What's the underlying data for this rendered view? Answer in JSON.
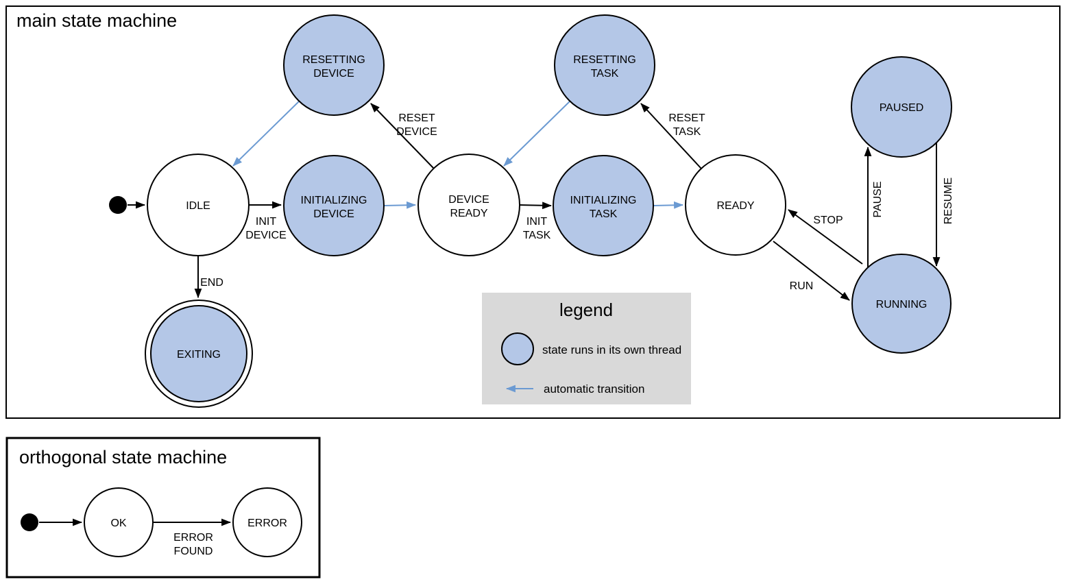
{
  "colors": {
    "threaded_state_fill": "#b4c7e7",
    "state_stroke": "#000000",
    "transition_color": "#000000",
    "automatic_transition_color": "#6b9ad2",
    "legend_background": "#d9d9d9",
    "background": "#ffffff"
  },
  "main_machine": {
    "title": "main state machine",
    "states": [
      {
        "id": "resetting-device",
        "line1": "RESETTING",
        "line2": "DEVICE",
        "threaded": true
      },
      {
        "id": "resetting-task",
        "line1": "RESETTING",
        "line2": "TASK",
        "threaded": true
      },
      {
        "id": "paused",
        "line1": "PAUSED",
        "threaded": true
      },
      {
        "id": "idle",
        "line1": "IDLE",
        "threaded": false
      },
      {
        "id": "initializing-device",
        "line1": "INITIALIZING",
        "line2": "DEVICE",
        "threaded": true
      },
      {
        "id": "device-ready",
        "line1": "DEVICE",
        "line2": "READY",
        "threaded": false
      },
      {
        "id": "initializing-task",
        "line1": "INITIALIZING",
        "line2": "TASK",
        "threaded": true
      },
      {
        "id": "ready",
        "line1": "READY",
        "threaded": false
      },
      {
        "id": "running",
        "line1": "RUNNING",
        "threaded": true
      },
      {
        "id": "exiting",
        "line1": "EXITING",
        "threaded": true,
        "final": true
      }
    ],
    "transitions": [
      {
        "id": "init-device",
        "from": "idle",
        "to": "initializing-device",
        "line1": "INIT",
        "line2": "DEVICE"
      },
      {
        "id": "reset-device",
        "from": "device-ready",
        "to": "resetting-device",
        "line1": "RESET",
        "line2": "DEVICE"
      },
      {
        "id": "init-task",
        "from": "device-ready",
        "to": "initializing-task",
        "line1": "INIT",
        "line2": "TASK"
      },
      {
        "id": "reset-task",
        "from": "ready",
        "to": "resetting-task",
        "line1": "RESET",
        "line2": "TASK"
      },
      {
        "id": "end",
        "from": "idle",
        "to": "exiting",
        "line1": "END"
      },
      {
        "id": "stop",
        "from": "running",
        "to": "ready",
        "line1": "STOP"
      },
      {
        "id": "run",
        "from": "ready",
        "to": "running",
        "line1": "RUN"
      },
      {
        "id": "pause",
        "from": "running",
        "to": "paused",
        "line1": "PAUSE"
      },
      {
        "id": "resume",
        "from": "paused",
        "to": "running",
        "line1": "RESUME"
      }
    ]
  },
  "legend": {
    "title": "legend",
    "thread_item_label": "state runs in its own thread",
    "automatic_item_label": "automatic transition"
  },
  "orthogonal_machine": {
    "title": "orthogonal state machine",
    "states": [
      {
        "id": "ok",
        "line1": "OK",
        "threaded": false
      },
      {
        "id": "error",
        "line1": "ERROR",
        "threaded": false
      }
    ],
    "transitions": [
      {
        "id": "error-found",
        "from": "ok",
        "to": "error",
        "line1": "ERROR",
        "line2": "FOUND"
      }
    ]
  }
}
